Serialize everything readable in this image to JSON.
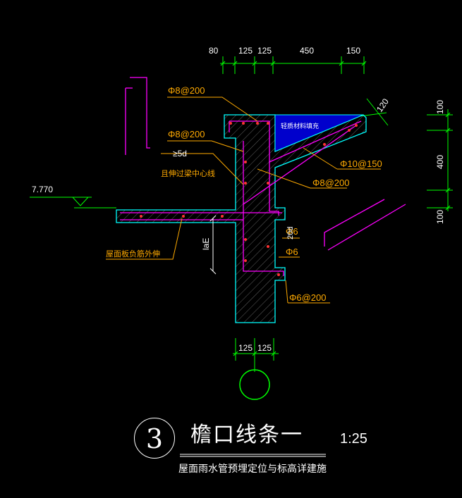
{
  "dimensions_top": [
    "80",
    "125",
    "125",
    "450",
    "150"
  ],
  "dimensions_right": [
    "100",
    "400",
    "100"
  ],
  "dimensions_bottom": [
    "125",
    "125"
  ],
  "dimension_slope": "120",
  "elevation": "7.770",
  "rebar_labels": {
    "top_a": "Φ8@200",
    "top_b": "Φ8@200",
    "anchor": "≥5d",
    "beam_centerline": "且伸过梁中心线",
    "fill": "轻质材料填充",
    "diag_a": "Φ10@150",
    "diag_b": "Φ8@200",
    "phi6_a": "Φ6",
    "phi6_b": "Φ6",
    "d20": "20d",
    "lae": "laE",
    "bottom": "Φ6@200",
    "slab_note": "屋面板负筋外伸"
  },
  "title": {
    "number": "3",
    "name": "檐口线条一",
    "scale": "1:25",
    "subtitle": "屋面雨水管预埋定位与标高详建施"
  },
  "colors": {
    "concrete": "#00ffff",
    "dimension": "#00ff00",
    "leader": "#ffaa00",
    "magenta": "#ff00ff",
    "fill": "#0000ff",
    "rebar": "#ff0000"
  }
}
